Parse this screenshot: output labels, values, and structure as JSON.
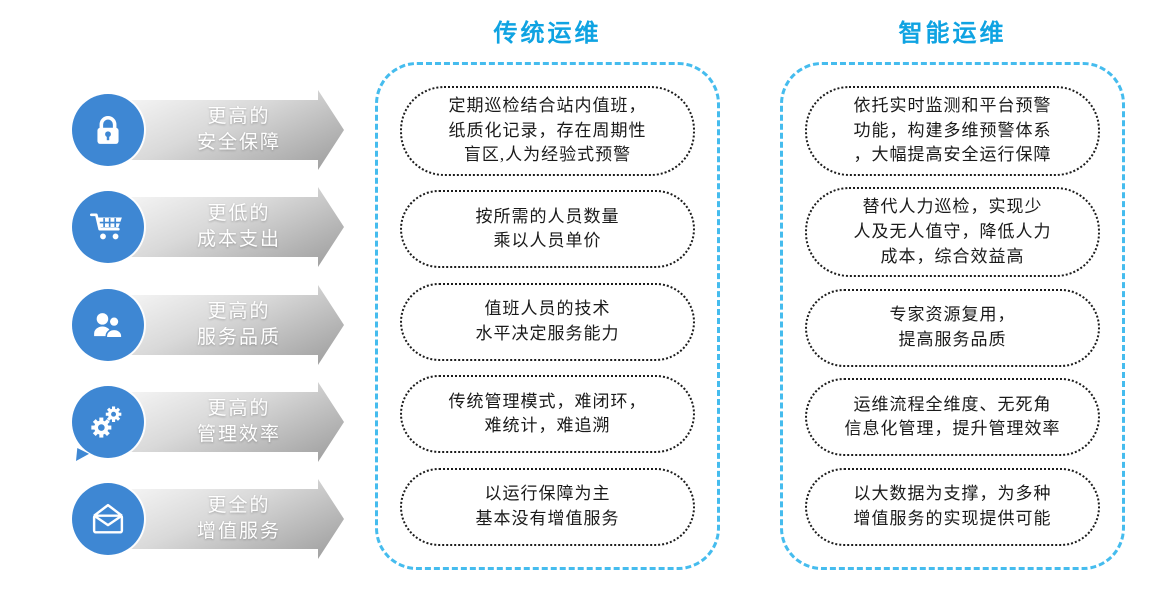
{
  "colors": {
    "icon_circle_blue": "#3E87D3",
    "header_blue": "#0FA3E2",
    "container_dash_cyan": "#45BCEE",
    "arrow_gray_light": "#fcfcfc",
    "arrow_gray_dark": "#9b9b9b",
    "bubble_border": "#1c1c1c"
  },
  "features": [
    {
      "icon": "lock-icon",
      "line1": "更高的",
      "line2": "安全保障"
    },
    {
      "icon": "cart-icon",
      "line1": "更低的",
      "line2": "成本支出"
    },
    {
      "icon": "users-icon",
      "line1": "更高的",
      "line2": "服务品质"
    },
    {
      "icon": "gears-icon",
      "line1": "更高的",
      "line2": "管理效率"
    },
    {
      "icon": "envelope-icon",
      "line1": "更全的",
      "line2": "增值服务"
    }
  ],
  "columns": [
    {
      "title": "传统运维",
      "bubbles": [
        {
          "lines": [
            "定期巡检结合站内值班，",
            "纸质化记录，存在周期性",
            "盲区,人为经验式预警"
          ]
        },
        {
          "lines": [
            "按所需的人员数量",
            "乘以人员单价"
          ]
        },
        {
          "lines": [
            "值班人员的技术",
            "水平决定服务能力"
          ]
        },
        {
          "lines": [
            "传统管理模式，难闭环，",
            "难统计，难追溯"
          ]
        },
        {
          "lines": [
            "以运行保障为主",
            "基本没有增值服务"
          ]
        }
      ]
    },
    {
      "title": "智能运维",
      "bubbles": [
        {
          "lines": [
            "依托实时监测和平台预警",
            "功能，构建多维预警体系",
            "，大幅提高安全运行保障"
          ]
        },
        {
          "lines": [
            "替代人力巡检，实现少",
            "人及无人值守，降低人力",
            "成本，综合效益高"
          ]
        },
        {
          "lines": [
            "专家资源复用，",
            "提高服务品质"
          ]
        },
        {
          "lines": [
            "运维流程全维度、无死角",
            "信息化管理，提升管理效率"
          ]
        },
        {
          "lines": [
            "以大数据为支撑，为多种",
            "增值服务的实现提供可能"
          ]
        }
      ]
    }
  ]
}
